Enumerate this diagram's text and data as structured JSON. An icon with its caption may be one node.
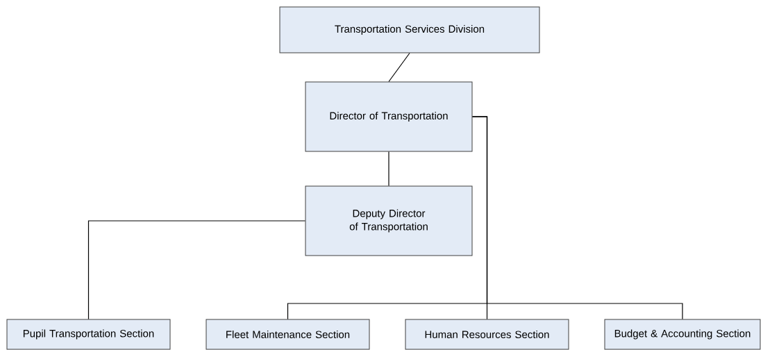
{
  "diagram": {
    "nodes": [
      {
        "text": [
          "Transportation Services Division"
        ]
      },
      {
        "text": [
          "Director of Transportation"
        ]
      },
      {
        "text": [
          "Deputy Director of Transportation"
        ]
      },
      {
        "text": [
          "Pupil Transportation Section"
        ]
      },
      {
        "text": [
          "Fleet Maintenance Section"
        ]
      },
      {
        "text": [
          "Human Resources Section"
        ]
      },
      {
        "text": [
          "Budget & Accounting Section"
        ]
      }
    ],
    "edges": [
      {
        "from": 0,
        "to": 1,
        "arrow": "none"
      },
      {
        "from": 1,
        "to": 2,
        "arrow": "none"
      },
      {
        "from": 2,
        "to": 3,
        "arrow": "none"
      },
      {
        "from": 1,
        "to": 4,
        "arrow": "none"
      },
      {
        "from": 1,
        "to": 5,
        "arrow": "none"
      },
      {
        "from": 1,
        "to": 6,
        "arrow": "none"
      }
    ]
  }
}
